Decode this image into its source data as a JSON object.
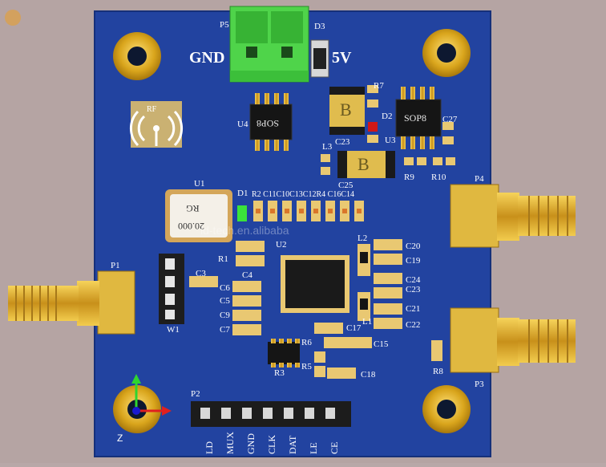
{
  "board": {
    "power": {
      "gnd_label": "GND",
      "v5_label": "5V"
    },
    "rf_logo": {
      "text": "RF"
    },
    "crystal": {
      "text1": "RG",
      "text2": "20.000"
    },
    "chips": {
      "u4_text": "SOP8",
      "u3_text": "SOP8",
      "capacitor_letter": "B"
    },
    "designators": {
      "p5": "P5",
      "d3": "D3",
      "r7": "R7",
      "d2": "D2",
      "u4": "U4",
      "u3": "U3",
      "c27": "C27",
      "c23": "C23",
      "l3": "L3",
      "c25": "C25",
      "r9": "R9",
      "r10": "R10",
      "p4": "P4",
      "u1": "U1",
      "d1": "D1",
      "row_caps": "R2 C11C10C13C12R4 C16C14",
      "u2": "U2",
      "c20": "C20",
      "l2": "L2",
      "c19": "C19",
      "c24": "C24",
      "c23b": "C23",
      "c21": "C21",
      "c22": "C22",
      "p1": "P1",
      "r1": "R1",
      "c3": "C3",
      "c4": "C4",
      "c5": "C5",
      "c6": "C6",
      "c9": "C9",
      "c7": "C7",
      "w1": "W1",
      "l1": "L1",
      "c17": "C17",
      "r6": "R6",
      "c15": "C15",
      "r5": "R5",
      "r3": "R3",
      "c18": "C18",
      "r8": "R8",
      "p3": "P3",
      "p2": "P2"
    },
    "header_pins": [
      "LD",
      "MUX",
      "GND",
      "CLK",
      "DAT",
      "LE",
      "CE"
    ],
    "watermark": "ld-tech.en.alibaba"
  },
  "colors": {
    "pcb": "#1f3f9a",
    "gold": "#d4a017",
    "silk": "#ffffff"
  }
}
